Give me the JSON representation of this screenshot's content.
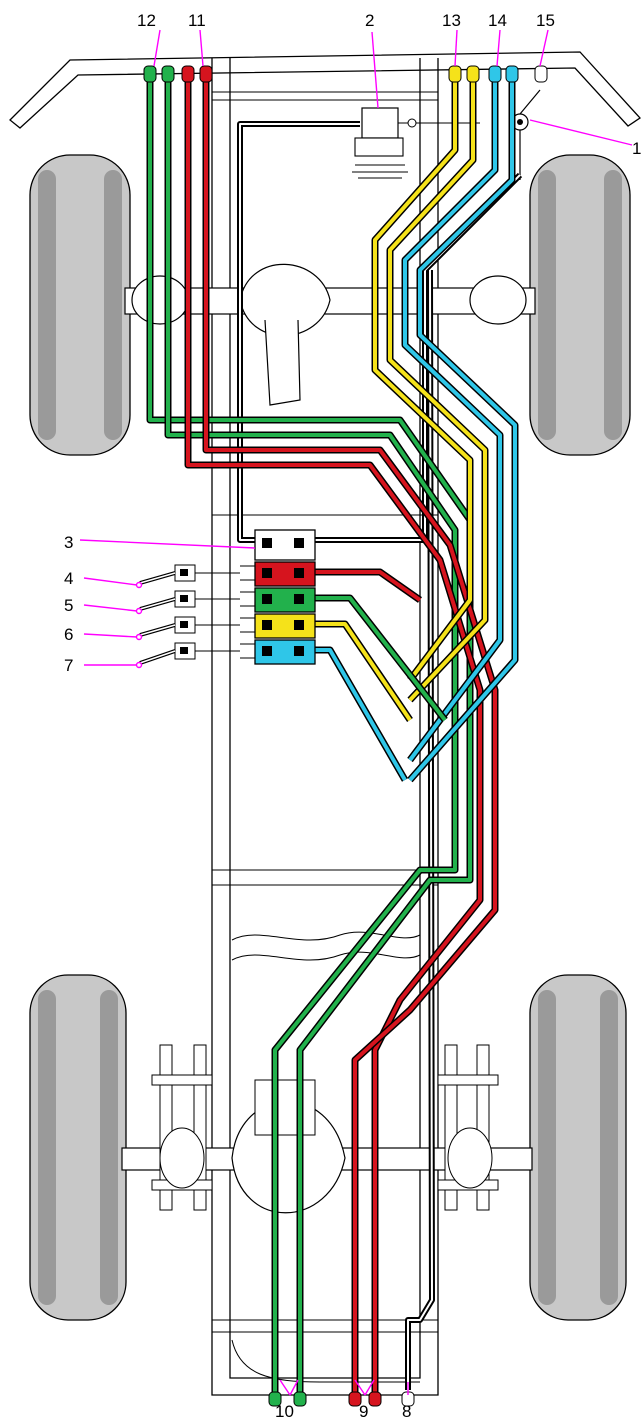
{
  "callouts": {
    "c1": "1",
    "c2": "2",
    "c3": "3",
    "c4": "4",
    "c5": "5",
    "c6": "6",
    "c7": "7",
    "c8": "8",
    "c9": "9",
    "c10": "10",
    "c11": "11",
    "c12": "12",
    "c13": "13",
    "c14": "14",
    "c15": "15"
  },
  "colors": {
    "green": "#22b14c",
    "red": "#d6141e",
    "yellow": "#f5e21a",
    "cyan": "#2fc6e8",
    "black": "#000000",
    "white": "#ffffff",
    "magenta": "#ff00ff",
    "tire": "#c8c8c8",
    "tire_tread": "#9a9a9a"
  }
}
